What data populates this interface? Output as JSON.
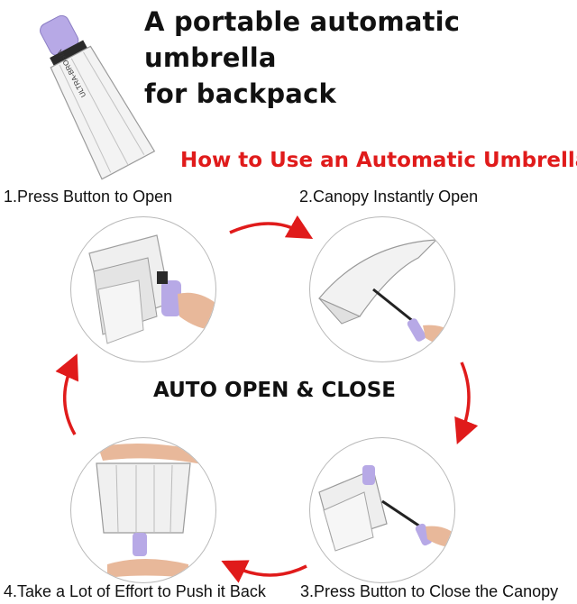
{
  "headline": {
    "line1": "A portable automatic umbrella",
    "line2": "for backpack"
  },
  "subheadline": "How to Use an Automatic Umbrella",
  "center_label": "AUTO OPEN & CLOSE",
  "steps": [
    {
      "label": "1.Press Button to Open"
    },
    {
      "label": "2.Canopy Instantly Open"
    },
    {
      "label": "3.Press Button to Close the Canopy"
    },
    {
      "label": "4.Take a Lot of Effort to Push it Back"
    }
  ],
  "product": {
    "brand_text": "ULTRA-BROSIA"
  },
  "colors": {
    "accent_red": "#e01b1b",
    "handle_lavender": "#b7a9e6",
    "canopy_silver": "#f1f1f1",
    "text": "#111111"
  }
}
